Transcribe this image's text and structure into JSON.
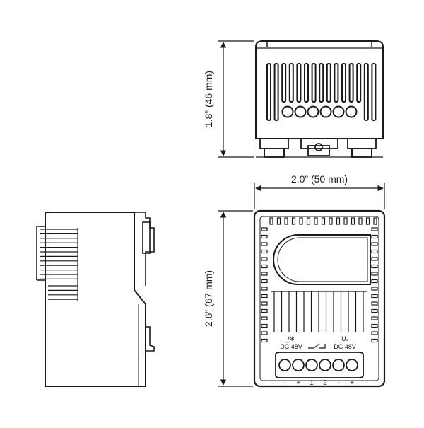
{
  "dimensions": {
    "height_top": "1.8” (46 mm)",
    "width": "2.0” (50 mm)",
    "height_front": "2.6” (67 mm)"
  },
  "front_labels": {
    "left_symbol": "̲̲̲/❄",
    "left_voltage": "DC 48V",
    "relay_symbol": "┐┐",
    "right_symbol": "Uₛ",
    "right_voltage": "DC 48V"
  },
  "terminals": [
    "-",
    "+",
    "1",
    "2",
    "-",
    "+"
  ],
  "colors": {
    "line": "#1a1a1a",
    "background": "#ffffff"
  }
}
